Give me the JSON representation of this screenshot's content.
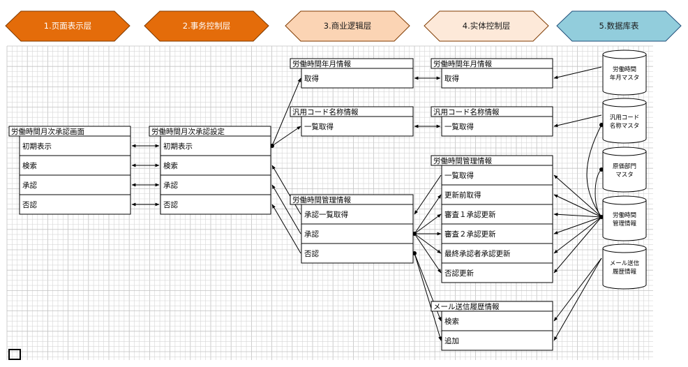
{
  "layers": [
    {
      "label": "1.页面表示层",
      "color": "#e46c0a",
      "edge": "#7f3a00",
      "text_color": "#ffffff"
    },
    {
      "label": "2.事务控制层",
      "color": "#e46c0a",
      "edge": "#7f3a00",
      "text_color": "#ffffff"
    },
    {
      "label": "3.商业逻辑层",
      "color": "#fbd4b4",
      "edge": "#7f3a00",
      "text_color": "#1a1a1a"
    },
    {
      "label": "4.实体控制层",
      "color": "#fde9d9",
      "edge": "#7f3a00",
      "text_color": "#1a1a1a"
    },
    {
      "label": "5.数据库表",
      "color": "#92cddc",
      "edge": "#1f4e79",
      "text_color": "#1a1a1a"
    }
  ],
  "boxes": [
    {
      "title": "労働時間月次承認画面",
      "rows": [
        "初期表示",
        "検索",
        "承認",
        "否認"
      ]
    },
    {
      "title": "労働時間月次承認設定",
      "rows": [
        "初期表示",
        "検索",
        "承認",
        "否認"
      ]
    },
    {
      "title": "労働時間年月情報",
      "rows": [
        "取得"
      ]
    },
    {
      "title": "汎用コード名称情報",
      "rows": [
        "一覧取得"
      ]
    },
    {
      "title": "労働時間管理情報",
      "rows": [
        "承認一覧取得",
        "承認",
        "否認"
      ]
    },
    {
      "title": "労働時間年月情報",
      "rows": [
        "取得"
      ]
    },
    {
      "title": "汎用コード名称情報",
      "rows": [
        "一覧取得"
      ]
    },
    {
      "title": "労働時間管理情報",
      "rows": [
        "一覧取得",
        "更新前取得",
        "審査１承認更新",
        "審査２承認更新",
        "最終承認者承認更新",
        "否認更新"
      ]
    },
    {
      "title": "メール送信履歴情報",
      "rows": [
        "検索",
        "追加"
      ]
    }
  ],
  "databases": [
    {
      "lines": [
        "労働時間",
        "年月マスタ"
      ]
    },
    {
      "lines": [
        "汎用コード",
        "名称マスタ"
      ]
    },
    {
      "lines": [
        "原価部門",
        "マスタ"
      ]
    },
    {
      "lines": [
        "労働時間",
        "管理情報"
      ]
    },
    {
      "lines": [
        "メール送信",
        "履歴情報"
      ]
    }
  ]
}
